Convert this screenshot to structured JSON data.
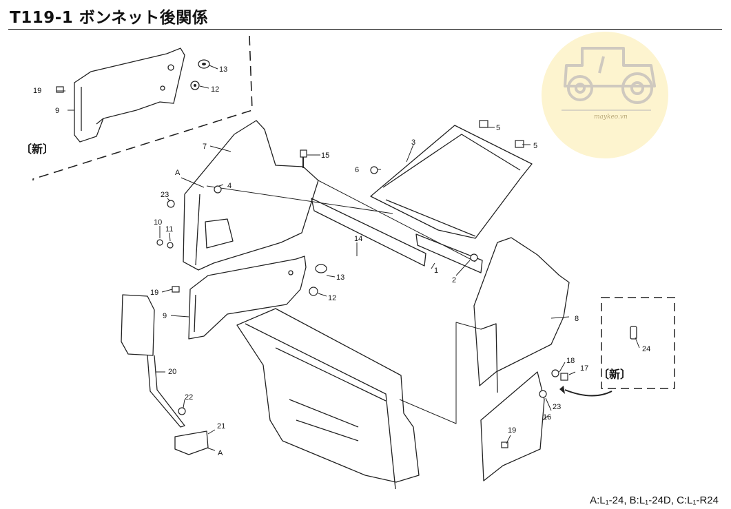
{
  "title": "T119-1 ボンネット後関係",
  "footer_note": "A:L₁-24, B:L₁-24D, C:L₁-R24",
  "watermark": {
    "text": "maykeo.vn",
    "bg_color": "#fdf4cf",
    "icon": "tractor-icon",
    "icon_color": "#cfc9bf"
  },
  "inset_label": "〔新〕",
  "callouts": {
    "c1": "1",
    "c2": "2",
    "c3": "3",
    "c4": "4",
    "c5a": "5",
    "c5b": "5",
    "c6": "6",
    "c7": "7",
    "c8": "8",
    "c9a": "9",
    "c9b": "9",
    "c10": "10",
    "c11": "11",
    "c12a": "12",
    "c12b": "12",
    "c13a": "13",
    "c13b": "13",
    "c14": "14",
    "c15": "15",
    "c16": "16",
    "c17": "17",
    "c18": "18",
    "c19a": "19",
    "c19b": "19",
    "c19c": "19",
    "c20": "20",
    "c21": "21",
    "c22": "22",
    "c23a": "23",
    "c23b": "23",
    "c24": "24",
    "cA1": "A",
    "cA2": "A"
  }
}
